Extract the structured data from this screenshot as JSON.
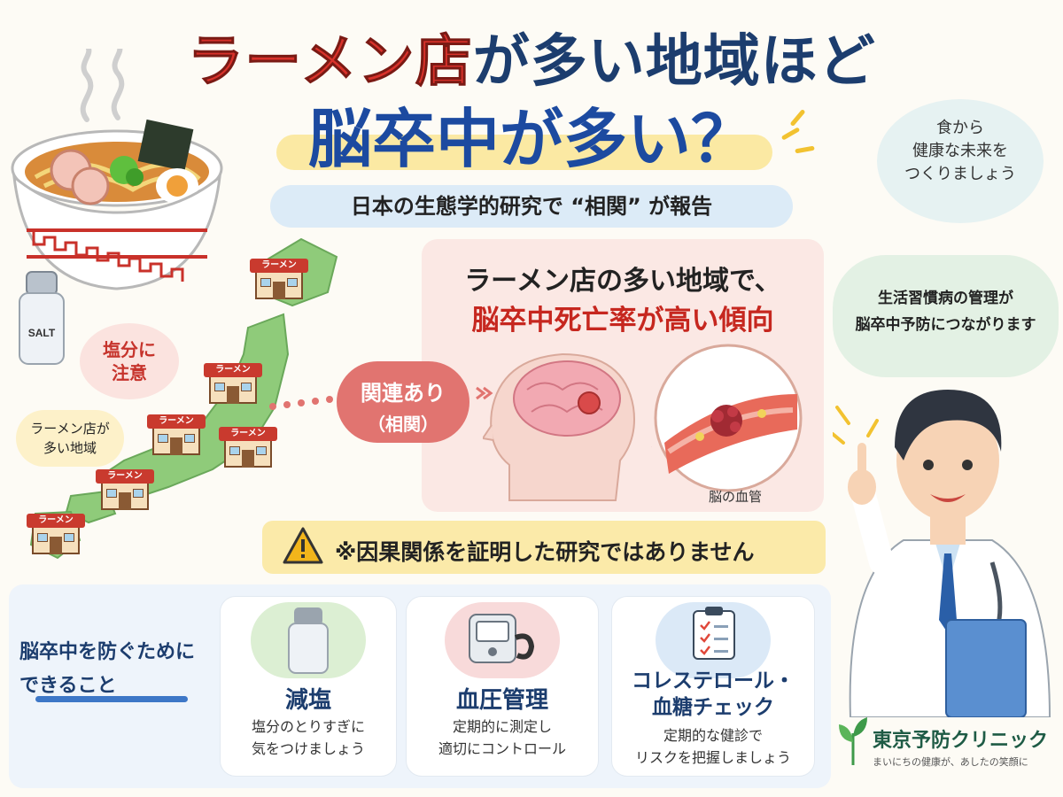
{
  "title": {
    "line1_red": "ラーメン店",
    "line1_navy": "が多い地域ほど",
    "line2": "脳卒中が多い？"
  },
  "subtitle": "日本の生態学的研究で “相関” が報告",
  "left": {
    "salt_label": "SALT",
    "salt_bubble": [
      "塩分に",
      "注意"
    ],
    "region_bubble": [
      "ラーメン店が",
      "多い地域"
    ],
    "shop_sign": "ラーメン"
  },
  "center": {
    "line1": "ラーメン店の多い地域で、",
    "line2": "脳卒中死亡率が高い傾向",
    "related_main": "関連あり",
    "related_sub": "（相関）",
    "vessel_label": "脳の血管"
  },
  "warning": "※因果関係を証明した研究ではありません",
  "prevention": {
    "title": [
      "脳卒中を防ぐために",
      "できること"
    ],
    "cards": [
      {
        "title": "減塩",
        "desc": [
          "塩分のとりすぎに",
          "気をつけましょう"
        ]
      },
      {
        "title": "血圧管理",
        "desc": [
          "定期的に測定し",
          "適切にコントロール"
        ]
      },
      {
        "title": "コレステロール・",
        "title2": "血糖チェック",
        "desc": [
          "定期的な健診で",
          "リスクを把握しましょう"
        ]
      }
    ]
  },
  "right": {
    "future_bubble": [
      "食から",
      "健康な未来を",
      "つくりましょう"
    ],
    "doctor_bubble": [
      "生活習慣病の管理が",
      "脳卒中予防につながります"
    ]
  },
  "logo": {
    "name": "東京予防クリニック",
    "tagline": "まいにちの健康が、あしたの笑顔に"
  },
  "colors": {
    "red": "#d9322b",
    "navy": "#1c3d6e",
    "blue": "#1c4aa0",
    "pink_panel": "#fbe8e4",
    "warning_bg": "#fbeaa9",
    "map_green": "#8fcb7a"
  }
}
